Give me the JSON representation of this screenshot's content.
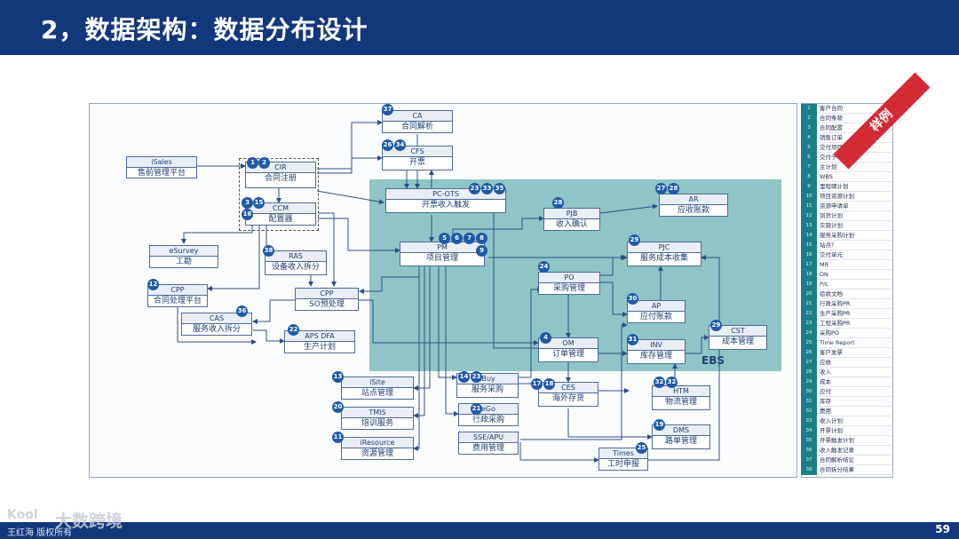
{
  "title": "2，数据架构：数据分布设计",
  "footer_left": "王红海 版权所有",
  "page_number": "59",
  "watermark": "大数跨境",
  "watermark_logo": "Kool",
  "ebs_label": "EBS",
  "sample_ribbon": "样例",
  "nodes": [
    {
      "id": "isales",
      "code": "iSales",
      "name": "售前管理平台"
    },
    {
      "id": "cir",
      "code": "CIR",
      "name": "合同注册"
    },
    {
      "id": "ccm",
      "code": "CCM",
      "name": "配置器"
    },
    {
      "id": "esurvey",
      "code": "eSurvey",
      "name": "工勘"
    },
    {
      "id": "ras",
      "code": "RAS",
      "name": "设备收入拆分"
    },
    {
      "id": "cpp1",
      "code": "CPP",
      "name": "合同处理平台"
    },
    {
      "id": "cpp2",
      "code": "CPP",
      "name": "SO预处理"
    },
    {
      "id": "cas",
      "code": "CAS",
      "name": "服务收入拆分"
    },
    {
      "id": "apsdfa",
      "code": "APS DFA",
      "name": "生产计划"
    },
    {
      "id": "ca",
      "code": "CA",
      "name": "合同解析"
    },
    {
      "id": "cfs",
      "code": "CFS",
      "name": "开票"
    },
    {
      "id": "pcots",
      "code": "PC-OTS",
      "name": "开票收入触发"
    },
    {
      "id": "pm",
      "code": "PM",
      "name": "项目管理"
    },
    {
      "id": "pjb",
      "code": "PJB",
      "name": "收入确认"
    },
    {
      "id": "ar",
      "code": "AR",
      "name": "应收账款"
    },
    {
      "id": "pjc",
      "code": "PJC",
      "name": "服务成本收集"
    },
    {
      "id": "po",
      "code": "PO",
      "name": "采购管理"
    },
    {
      "id": "ap",
      "code": "AP",
      "name": "应付账款"
    },
    {
      "id": "om",
      "code": "OM",
      "name": "订单管理"
    },
    {
      "id": "inv",
      "code": "INV",
      "name": "库存管理"
    },
    {
      "id": "cst",
      "code": "CST",
      "name": "成本管理"
    },
    {
      "id": "isite",
      "code": "iSite",
      "name": "站点管理"
    },
    {
      "id": "tmis",
      "code": "TMIS",
      "name": "培训服务"
    },
    {
      "id": "iresource",
      "code": "iResource",
      "name": "资源管理"
    },
    {
      "id": "ibuy",
      "code": "iBuy",
      "name": "服务采购"
    },
    {
      "id": "ego",
      "code": "eGo",
      "name": "行政采购"
    },
    {
      "id": "sseapu",
      "code": "SSE/APU",
      "name": "费用管理"
    },
    {
      "id": "ces",
      "code": "CES",
      "name": "海外存货"
    },
    {
      "id": "htm",
      "code": "HTM",
      "name": "物流管理"
    },
    {
      "id": "dms",
      "code": "DMS",
      "name": "路单管理"
    },
    {
      "id": "times",
      "code": "Times",
      "name": "工时申报"
    }
  ],
  "badges": [
    "1",
    "2",
    "3",
    "16",
    "15",
    "38",
    "12",
    "36",
    "22",
    "37",
    "26",
    "34",
    "23",
    "33",
    "35",
    "5",
    "6",
    "7",
    "8",
    "9",
    "28",
    "27",
    "28",
    "29",
    "24",
    "30",
    "4",
    "31",
    "29",
    "13",
    "20",
    "11",
    "14",
    "23",
    "21",
    "17",
    "18",
    "32",
    "32",
    "19",
    "25"
  ],
  "legend": [
    {
      "n": "1",
      "t": "客户合同"
    },
    {
      "n": "2",
      "t": "合同条款"
    },
    {
      "n": "3",
      "t": "合同配置"
    },
    {
      "n": "4",
      "t": "销售订单"
    },
    {
      "n": "5",
      "t": "交付项目"
    },
    {
      "n": "6",
      "t": "交付子项目"
    },
    {
      "n": "7",
      "t": "主计划"
    },
    {
      "n": "8",
      "t": "WBS"
    },
    {
      "n": "9",
      "t": "里程碑计划"
    },
    {
      "n": "10",
      "t": "项目资源计划"
    },
    {
      "n": "11",
      "t": "资源申请单"
    },
    {
      "n": "12",
      "t": "到货计划"
    },
    {
      "n": "13",
      "t": "实施计划"
    },
    {
      "n": "14",
      "t": "服务采购计划"
    },
    {
      "n": "15",
      "t": "站点?"
    },
    {
      "n": "16",
      "t": "交付单元"
    },
    {
      "n": "17",
      "t": "MR"
    },
    {
      "n": "18",
      "t": "DN"
    },
    {
      "n": "19",
      "t": "P/L"
    },
    {
      "n": "20",
      "t": "验收文档"
    },
    {
      "n": "21",
      "t": "行政采购PR"
    },
    {
      "n": "22",
      "t": "生产采购PR"
    },
    {
      "n": "23",
      "t": "工程采购PR"
    },
    {
      "n": "24",
      "t": "采购PO"
    },
    {
      "n": "25",
      "t": "Time Report"
    },
    {
      "n": "26",
      "t": "客户发票"
    },
    {
      "n": "27",
      "t": "应收"
    },
    {
      "n": "28",
      "t": "收入"
    },
    {
      "n": "29",
      "t": "成本"
    },
    {
      "n": "30",
      "t": "应付"
    },
    {
      "n": "31",
      "t": "库存"
    },
    {
      "n": "32",
      "t": "费用"
    },
    {
      "n": "33",
      "t": "收入计划"
    },
    {
      "n": "34",
      "t": "开票计划"
    },
    {
      "n": "35",
      "t": "开票触发计划"
    },
    {
      "n": "36",
      "t": "收入触发记录"
    },
    {
      "n": "37",
      "t": "合同解析结论"
    },
    {
      "n": "38",
      "t": "合同拆分结果"
    }
  ]
}
